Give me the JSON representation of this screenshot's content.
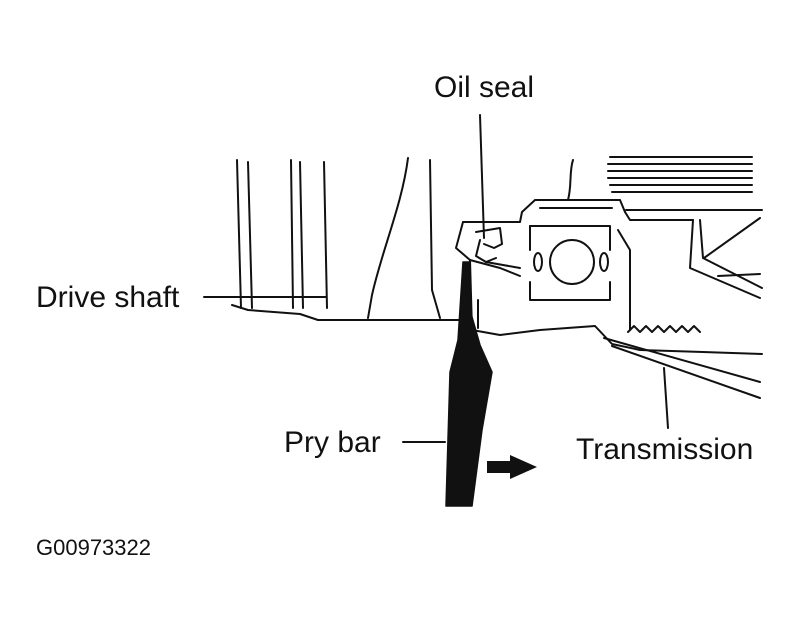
{
  "labels": {
    "oil_seal": "Oil seal",
    "drive_shaft": "Drive shaft",
    "pry_bar": "Pry bar",
    "transmission": "Transmission"
  },
  "figure_id": "G00973322",
  "colors": {
    "line": "#111111",
    "background": "#ffffff"
  },
  "icons": {
    "direction_arrow": "arrow-right-icon"
  }
}
